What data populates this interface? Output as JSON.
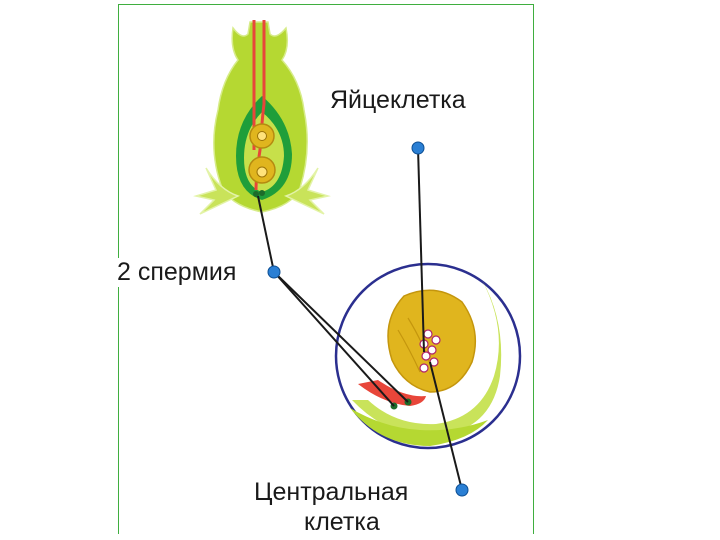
{
  "labels": {
    "egg_cell": "Яйцеклетка",
    "two_sperms": "2 спермия",
    "central_cell_line1": "Центральная",
    "central_cell_line2": "клетка"
  },
  "colors": {
    "frame": "#3fae3f",
    "pistil_green": "#b5d832",
    "ovary_dark_green": "#1f9e3a",
    "pollen_tube": "#e8463a",
    "ovule_yellow": "#e0b51e",
    "circle_outline": "#2b2f8f",
    "marker_blue": "#2a7fd4"
  }
}
